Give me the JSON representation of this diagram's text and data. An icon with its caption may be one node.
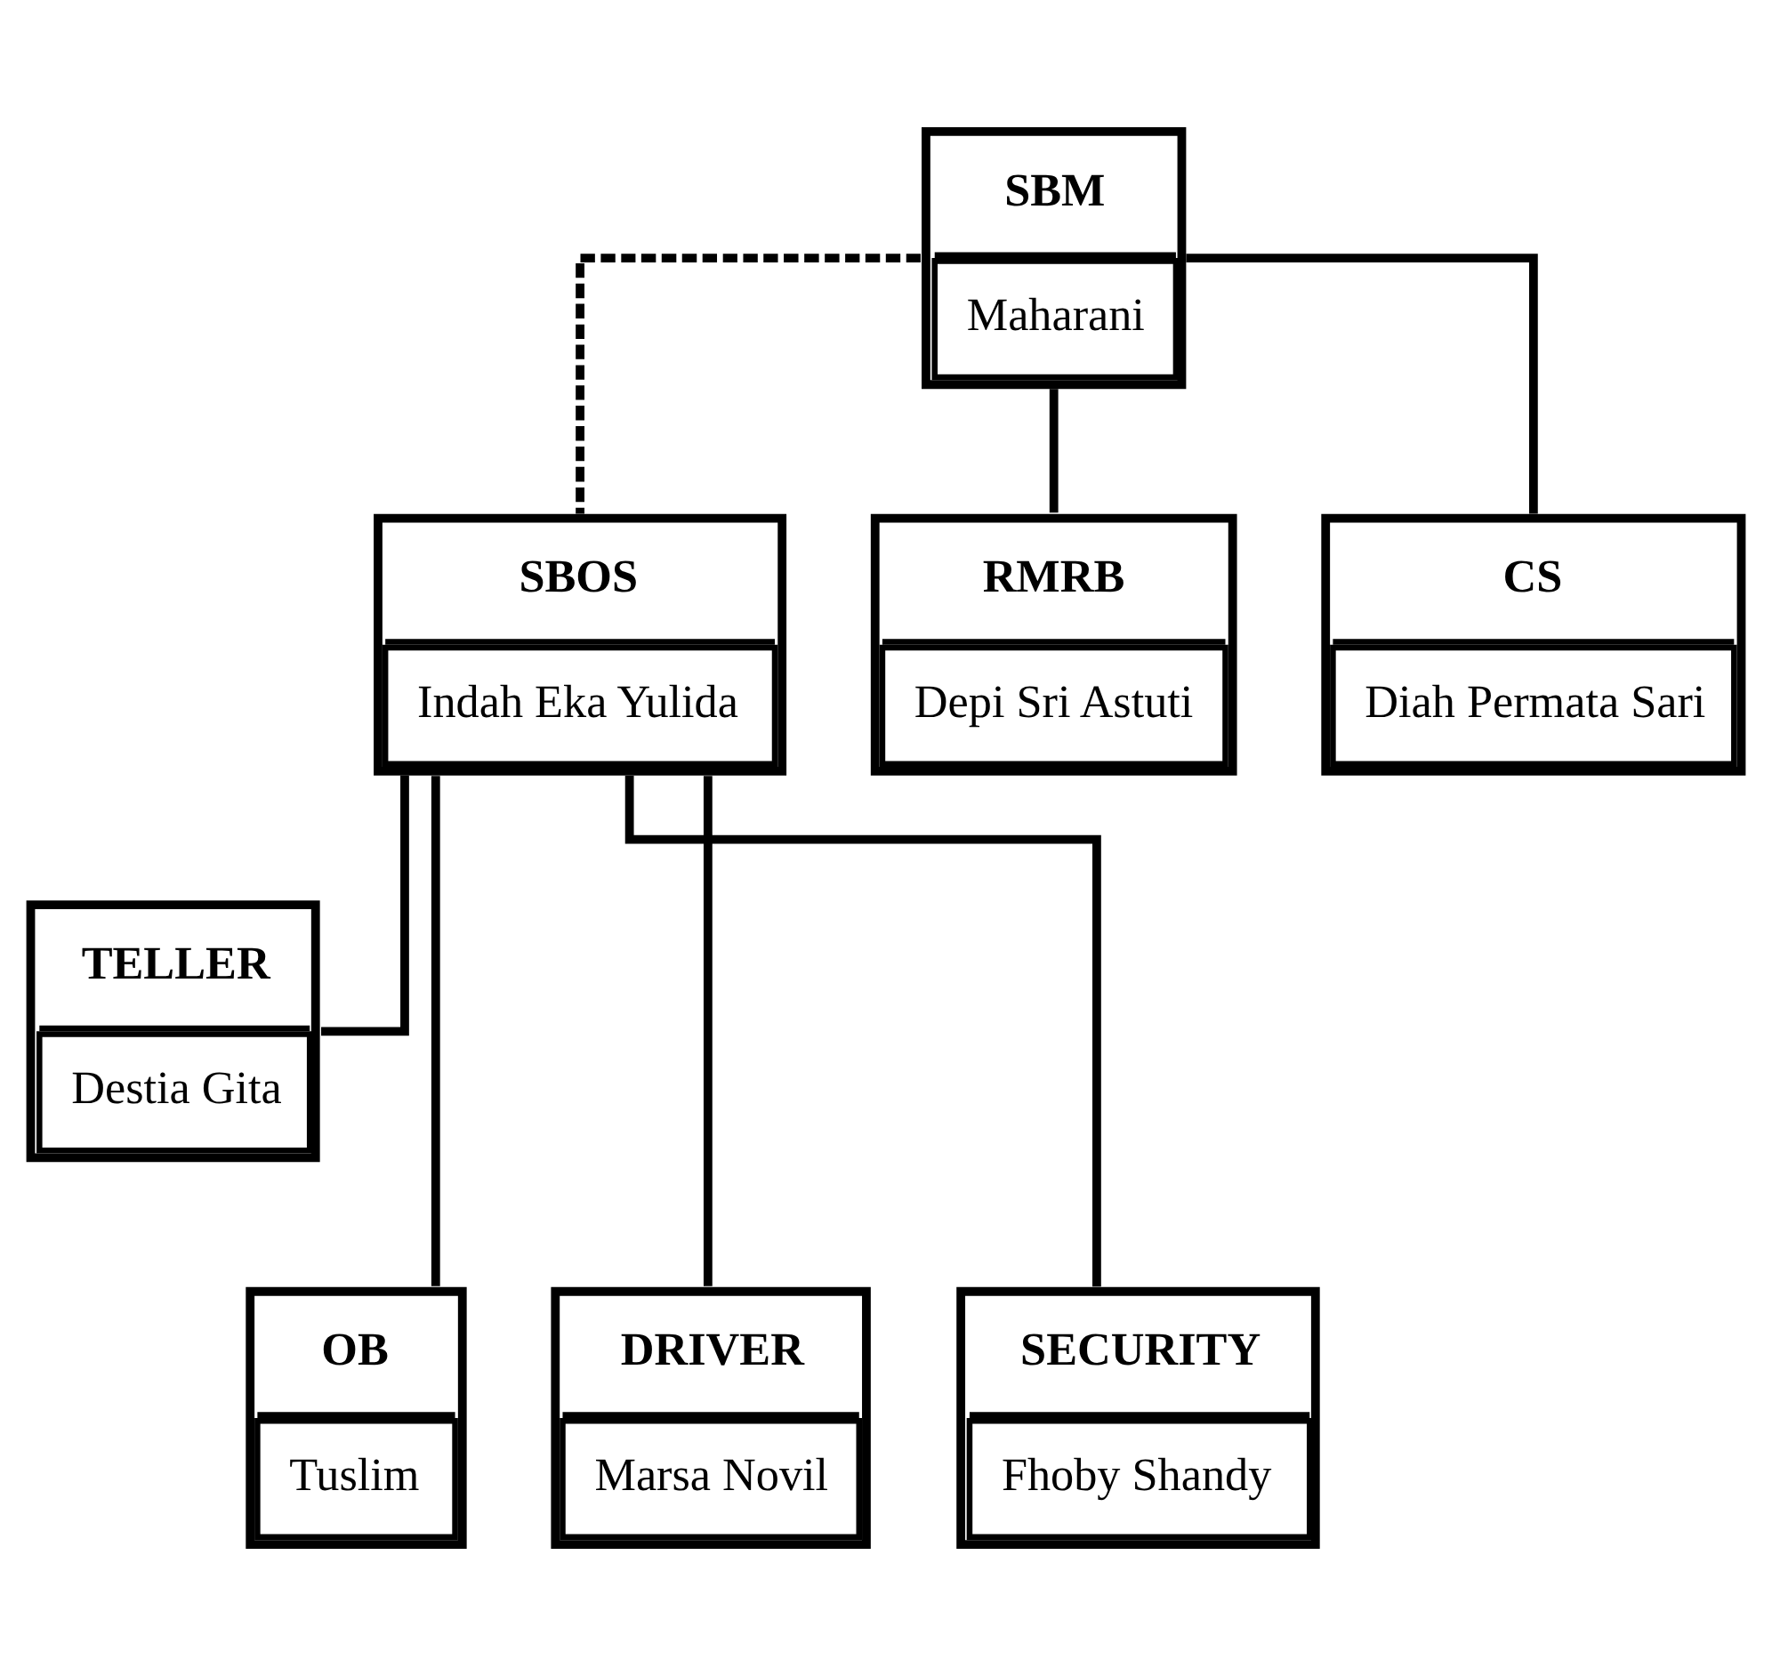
{
  "diagram": {
    "nodes": [
      {
        "text": [
          "SBM",
          "Maharani"
        ]
      },
      {
        "text": [
          "SBOS",
          "Indah Eka Yulida"
        ]
      },
      {
        "text": [
          "RMRB",
          "Depi Sri Astuti"
        ]
      },
      {
        "text": [
          "CS",
          "Diah Permata Sari"
        ]
      },
      {
        "text": [
          "TELLER",
          "Destia Gita"
        ]
      },
      {
        "text": [
          "OB",
          "Tuslim"
        ]
      },
      {
        "text": [
          "DRIVER",
          "Marsa Novil"
        ]
      },
      {
        "text": [
          "SECURITY",
          "Fhoby Shandy"
        ]
      }
    ],
    "edges": [
      {
        "from": 0,
        "to": 1,
        "arrow": "none",
        "style": "dashed"
      },
      {
        "from": 0,
        "to": 2,
        "arrow": "none"
      },
      {
        "from": 0,
        "to": 3,
        "arrow": "none"
      },
      {
        "from": 1,
        "to": 4,
        "arrow": "none"
      },
      {
        "from": 1,
        "to": 5,
        "arrow": "none"
      },
      {
        "from": 1,
        "to": 6,
        "arrow": "none"
      },
      {
        "from": 1,
        "to": 7,
        "arrow": "none"
      }
    ]
  }
}
